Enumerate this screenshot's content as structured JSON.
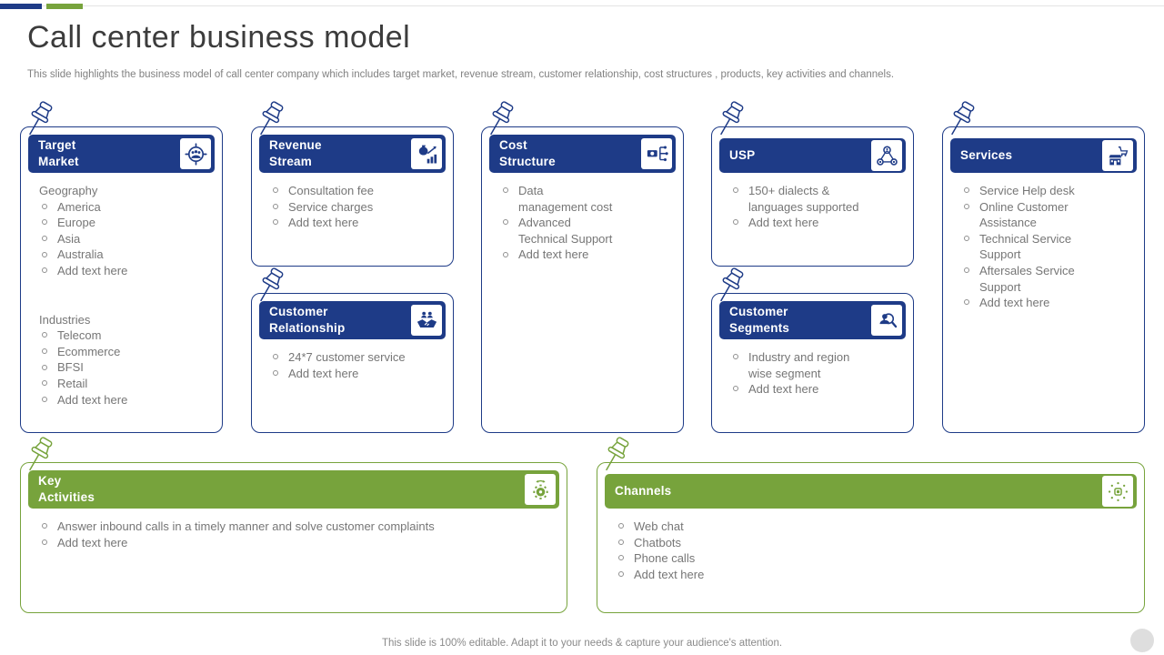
{
  "slide": {
    "title": "Call center business model",
    "subtitle": "This slide highlights the business model of call center company which includes target market, revenue stream, customer relationship, cost structures , products, key activities and channels.",
    "footer": "This slide is 100% editable. Adapt it to your needs & capture your audience's attention."
  },
  "colors": {
    "navy": "#1E3B87",
    "green": "#77A33C",
    "body_text": "#767676",
    "corner_circle": "#dedede"
  },
  "decorations": {
    "pin_icon": "push-pin-icon",
    "accent_bars": [
      "navy",
      "green"
    ]
  },
  "cards": {
    "target_market": {
      "title": "Target\nMarket",
      "icon": "target-audience-icon",
      "section1_label": "Geography",
      "section1_items": [
        "America",
        "Europe",
        "Asia",
        "Australia",
        "Add text here"
      ],
      "section2_label": "Industries",
      "section2_items": [
        "Telecom",
        "Ecommerce",
        "BFSI",
        "Retail",
        "Add text here"
      ]
    },
    "revenue_stream": {
      "title": "Revenue\nStream",
      "icon": "money-growth-icon",
      "items": [
        "Consultation fee",
        "Service charges",
        "Add text here"
      ]
    },
    "customer_relationship": {
      "title": "Customer\nRelationship",
      "icon": "handshake-icon",
      "items": [
        "24*7 customer service",
        "Add text here"
      ]
    },
    "cost_structure": {
      "title": "Cost\nStructure",
      "icon": "cost-flow-icon",
      "items": [
        "Data\nmanagement cost",
        "Advanced\nTechnical Support",
        "Add text here"
      ]
    },
    "usp": {
      "title": "USP",
      "icon": "network-triangle-icon",
      "items": [
        "150+ dialects &\nlanguages supported",
        "Add text here"
      ]
    },
    "customer_segments": {
      "title": "Customer\nSegments",
      "icon": "customer-search-icon",
      "items": [
        "Industry and region\nwise segment",
        "Add text here"
      ]
    },
    "services": {
      "title": "Services",
      "icon": "storefront-cart-icon",
      "items": [
        "Service Help desk",
        "Online Customer\nAssistance",
        "Technical Service\nSupport",
        "Aftersales Service\nSupport",
        "Add text here"
      ]
    },
    "key_activities": {
      "title": "Key\nActivities",
      "icon": "gear-process-icon",
      "items": [
        "Answer inbound calls in a timely manner and solve customer complaints",
        "Add text here"
      ]
    },
    "channels": {
      "title": "Channels",
      "icon": "device-network-icon",
      "items": [
        "Web chat",
        "Chatbots",
        "Phone calls",
        "Add text here"
      ]
    }
  }
}
